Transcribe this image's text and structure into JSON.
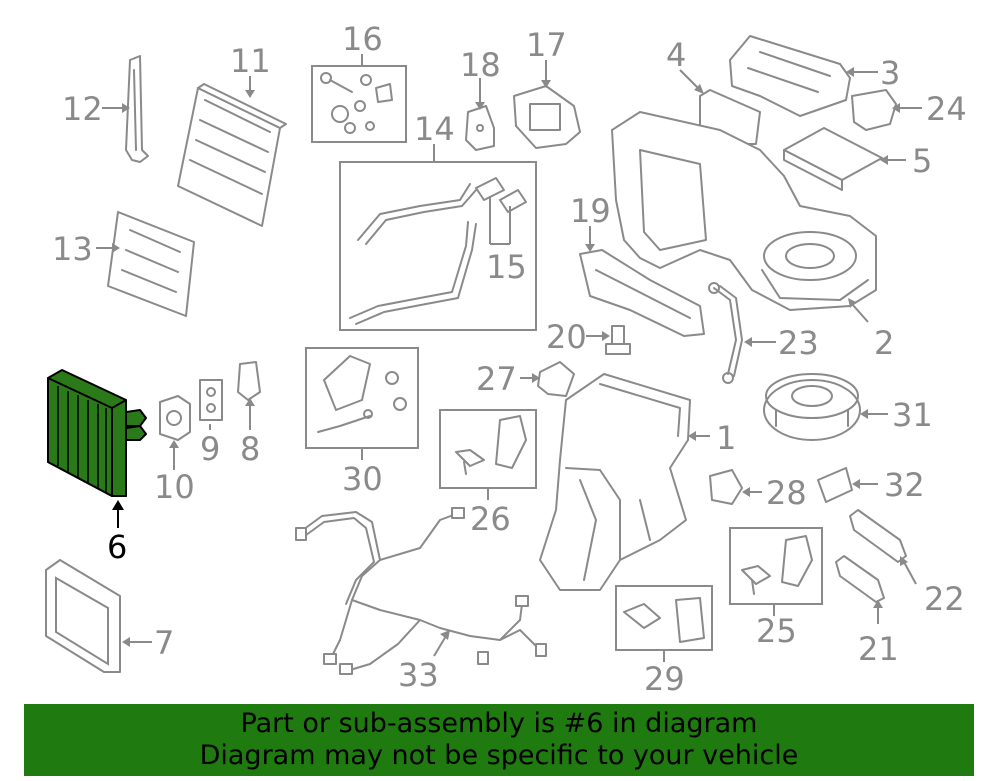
{
  "diagram": {
    "callouts": [
      "1",
      "2",
      "3",
      "4",
      "5",
      "6",
      "7",
      "8",
      "9",
      "10",
      "11",
      "12",
      "13",
      "14",
      "15",
      "16",
      "17",
      "18",
      "19",
      "20",
      "21",
      "22",
      "23",
      "24",
      "25",
      "26",
      "27",
      "28",
      "29",
      "30",
      "31",
      "32",
      "33"
    ],
    "highlighted_part": "6",
    "colors": {
      "highlight_fill": "#2b7a1a",
      "line": "#8a8a8a",
      "banner": "#1f7a10"
    }
  },
  "banner": {
    "line1": "Part or sub-assembly is #6 in diagram",
    "line2": "Diagram may not be specific to your vehicle"
  }
}
